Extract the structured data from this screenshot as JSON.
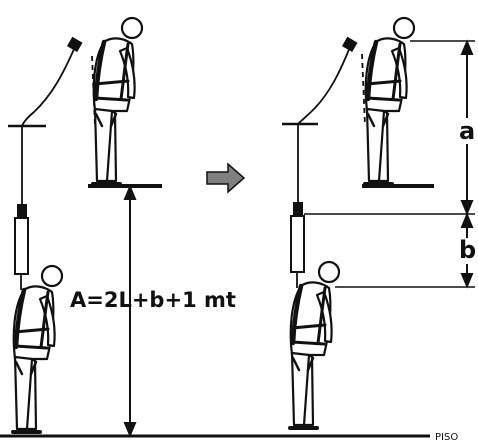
{
  "formula": "A=2L+b+1 mt",
  "dimension_a": "a",
  "dimension_b": "b",
  "floor_label": "PISO",
  "colors": {
    "ink": "#111111",
    "arrow_fill": "#808080",
    "paper": "#ffffff"
  },
  "icons": [
    "worker-figure",
    "right-arrow-icon",
    "dimension-arrow"
  ]
}
